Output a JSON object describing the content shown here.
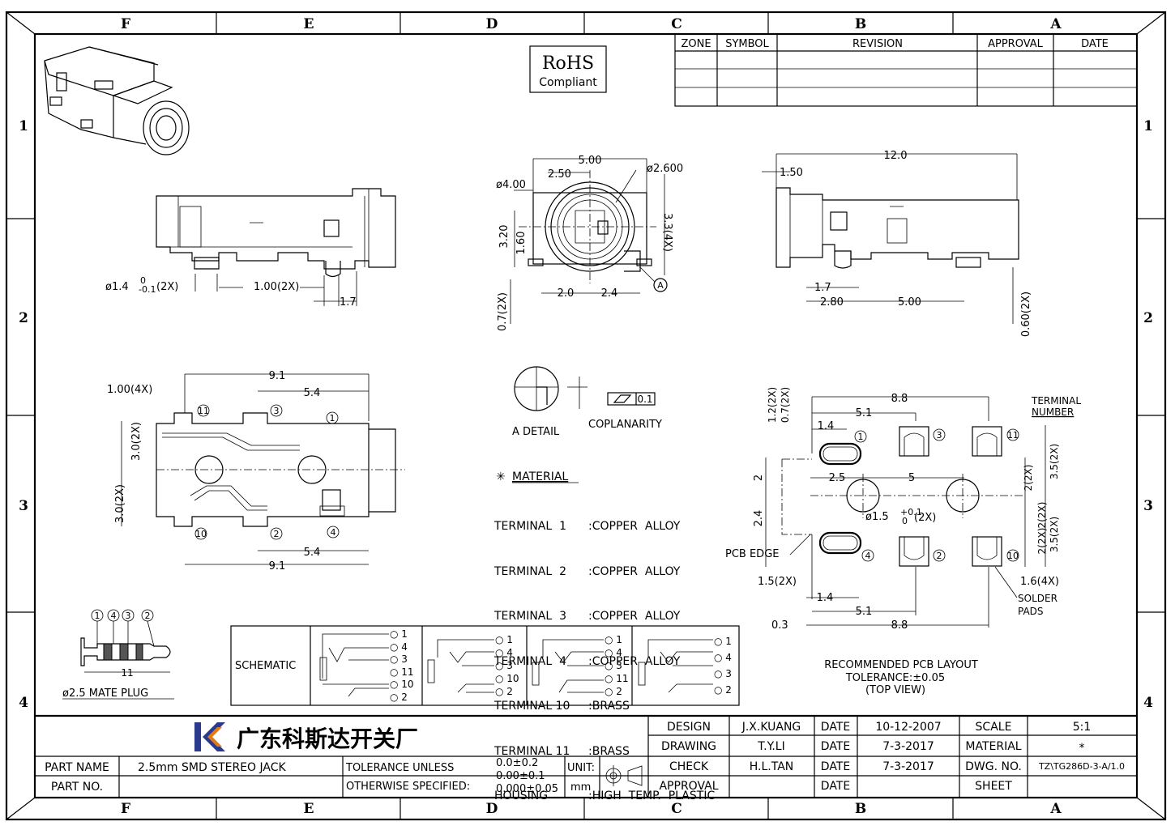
{
  "zones": {
    "columns": [
      "F",
      "E",
      "D",
      "C",
      "B",
      "A"
    ],
    "rows": [
      "1",
      "2",
      "3",
      "4"
    ]
  },
  "rohs": {
    "line1": "RoHS",
    "line2": "Compliant"
  },
  "revision_table": {
    "headers": [
      "ZONE",
      "SYMBOL",
      "REVISION",
      "APPROVAL",
      "DATE"
    ]
  },
  "front_view": {
    "dims": [
      "ø1.4",
      "0",
      "-0.1",
      "(2X)",
      "1.00(2X)",
      "1.7"
    ]
  },
  "end_view": {
    "dims": [
      "5.00",
      "ø4.00",
      "2.50",
      "ø2.600",
      "3.20",
      "1.60",
      "3.3(4X)",
      "0.7(2X)",
      "2.0",
      "2.4",
      "A"
    ]
  },
  "side_view": {
    "dims": [
      "12.0",
      "1.50",
      "1.7",
      "2.80",
      "5.00",
      "0.60(2X)"
    ]
  },
  "top_view": {
    "dims": [
      "9.1",
      "5.4",
      "1.00(4X)",
      "3.0(2X)",
      "3.0(2X)",
      "5.4",
      "9.1"
    ],
    "terminals": [
      "11",
      "3",
      "1",
      "10",
      "2",
      "4"
    ]
  },
  "detail": {
    "label": "A DETAIL",
    "coplanarity_label": "COPLANARITY",
    "coplanarity_value": "0.1"
  },
  "material": {
    "title": "MATERIAL",
    "rows": [
      {
        "name": "TERMINAL  1",
        "value": ":COPPER  ALLOY"
      },
      {
        "name": "TERMINAL  2",
        "value": ":COPPER  ALLOY"
      },
      {
        "name": "TERMINAL  3",
        "value": ":COPPER  ALLOY"
      },
      {
        "name": "TERMINAL  4",
        "value": ":COPPER  ALLOY"
      },
      {
        "name": "TERMINAL 10",
        "value": ":BRASS"
      },
      {
        "name": "TERMINAL 11",
        "value": ":BRASS"
      },
      {
        "name": "HOUSING",
        "value": ":HIGH  TEMP.  PLASTIC"
      }
    ]
  },
  "pcb_layout": {
    "dims": [
      "8.8",
      "5.1",
      "1.4",
      "1.2(2X)",
      "0.7(2X)",
      "2.5",
      "5",
      "2",
      "2.4",
      "ø1.5",
      "+0.1",
      "0",
      "(2X)",
      "2(2X)",
      "3.5(2X)",
      "2(2X)",
      "3.5(2X)",
      "2(2X)",
      "1.5(2X)",
      "1.4",
      "5.1",
      "8.8",
      "0.3",
      "1.6(4X)"
    ],
    "labels": {
      "terminal_number": "TERMINAL NUMBER",
      "pcb_edge": "PCB EDGE",
      "solder_pads": "SOLDER PADS"
    },
    "terminals": [
      "1",
      "3",
      "11",
      "4",
      "2",
      "10"
    ],
    "caption": [
      "RECOMMENDED PCB LAYOUT",
      "TOLERANCE:±0.05",
      "(TOP VIEW)"
    ]
  },
  "mate_plug": {
    "label": "ø2.5 MATE PLUG",
    "length": "11",
    "pins": [
      "1",
      "4",
      "3",
      "2"
    ]
  },
  "schematic": {
    "label": "SCHEMATIC",
    "group1": [
      "1",
      "4",
      "3",
      "11",
      "10",
      "2"
    ],
    "group2": [
      "1",
      "4",
      "3",
      "10",
      "2"
    ],
    "group3": [
      "1",
      "4",
      "3",
      "11",
      "2"
    ],
    "group4": [
      "1",
      "4",
      "3",
      "2"
    ]
  },
  "title_block": {
    "company": "广东科斯达开关厂",
    "part_name_label": "PART NAME",
    "part_name": "2.5mm  SMD  STEREO  JACK",
    "part_no_label": "PART NO.",
    "tolerance_line1": "TOLERANCE  UNLESS",
    "tolerance_line2": "OTHERWISE  SPECIFIED:",
    "tol1": "0.0±0.2",
    "tol2": "0.00±0.1",
    "tol3": "0.000±0.05",
    "unit_label": "UNIT:",
    "unit": "mm",
    "rows": [
      {
        "label": "DESIGN",
        "name": "J.X.KUANG",
        "date_label": "DATE",
        "date": "10-12-2007",
        "key": "SCALE",
        "value": "5:1"
      },
      {
        "label": "DRAWING",
        "name": "T.Y.LI",
        "date_label": "DATE",
        "date": "7-3-2017",
        "key": "MATERIAL",
        "value": "*"
      },
      {
        "label": "CHECK",
        "name": "H.L.TAN",
        "date_label": "DATE",
        "date": "7-3-2017",
        "key": "DWG. NO.",
        "value": "TZ\\TG286D-3-A/1.0"
      },
      {
        "label": "APPROVAL",
        "name": "",
        "date_label": "DATE",
        "date": "",
        "key": "SHEET",
        "value": ""
      }
    ]
  }
}
